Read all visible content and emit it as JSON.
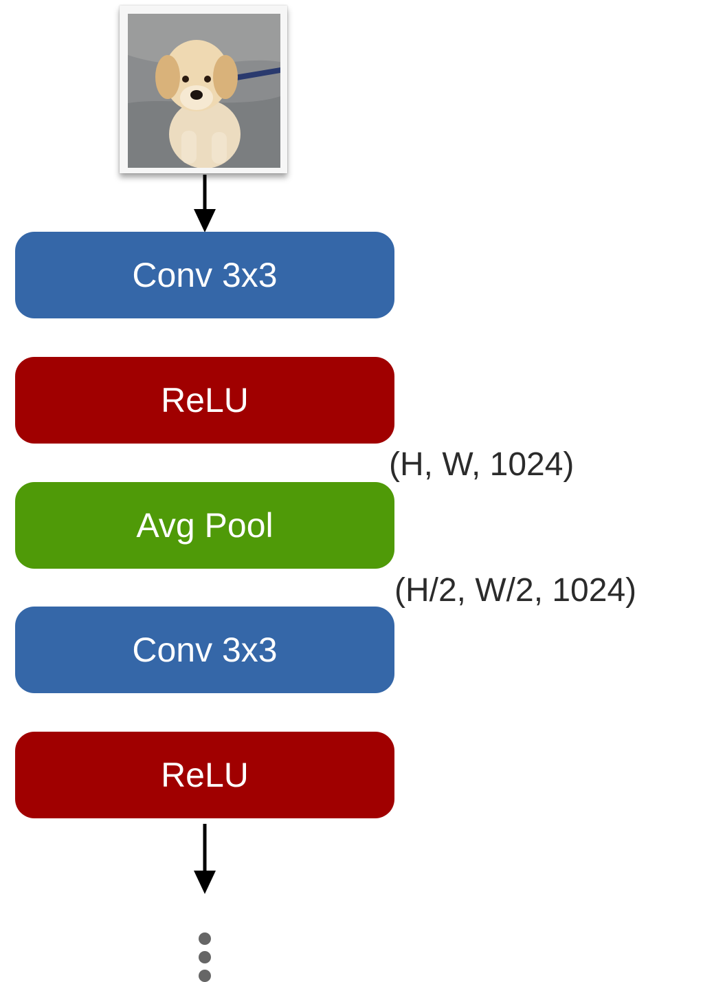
{
  "blocks": [
    {
      "label": "Conv 3x3",
      "kind": "conv"
    },
    {
      "label": "ReLU",
      "kind": "relu"
    },
    {
      "label": "Avg Pool",
      "kind": "pool"
    },
    {
      "label": "Conv 3x3",
      "kind": "conv"
    },
    {
      "label": "ReLU",
      "kind": "relu"
    }
  ],
  "shapes": {
    "before_pool": "(H, W, 1024)",
    "after_pool": "(H/2, W/2, 1024)"
  },
  "colors": {
    "conv": "#3567a8",
    "relu": "#a00000",
    "pool": "#4f9a08",
    "text_dark": "#2b2b2b"
  },
  "icons": {
    "input": "puppy-photo",
    "continuation": "vertical-ellipsis"
  }
}
